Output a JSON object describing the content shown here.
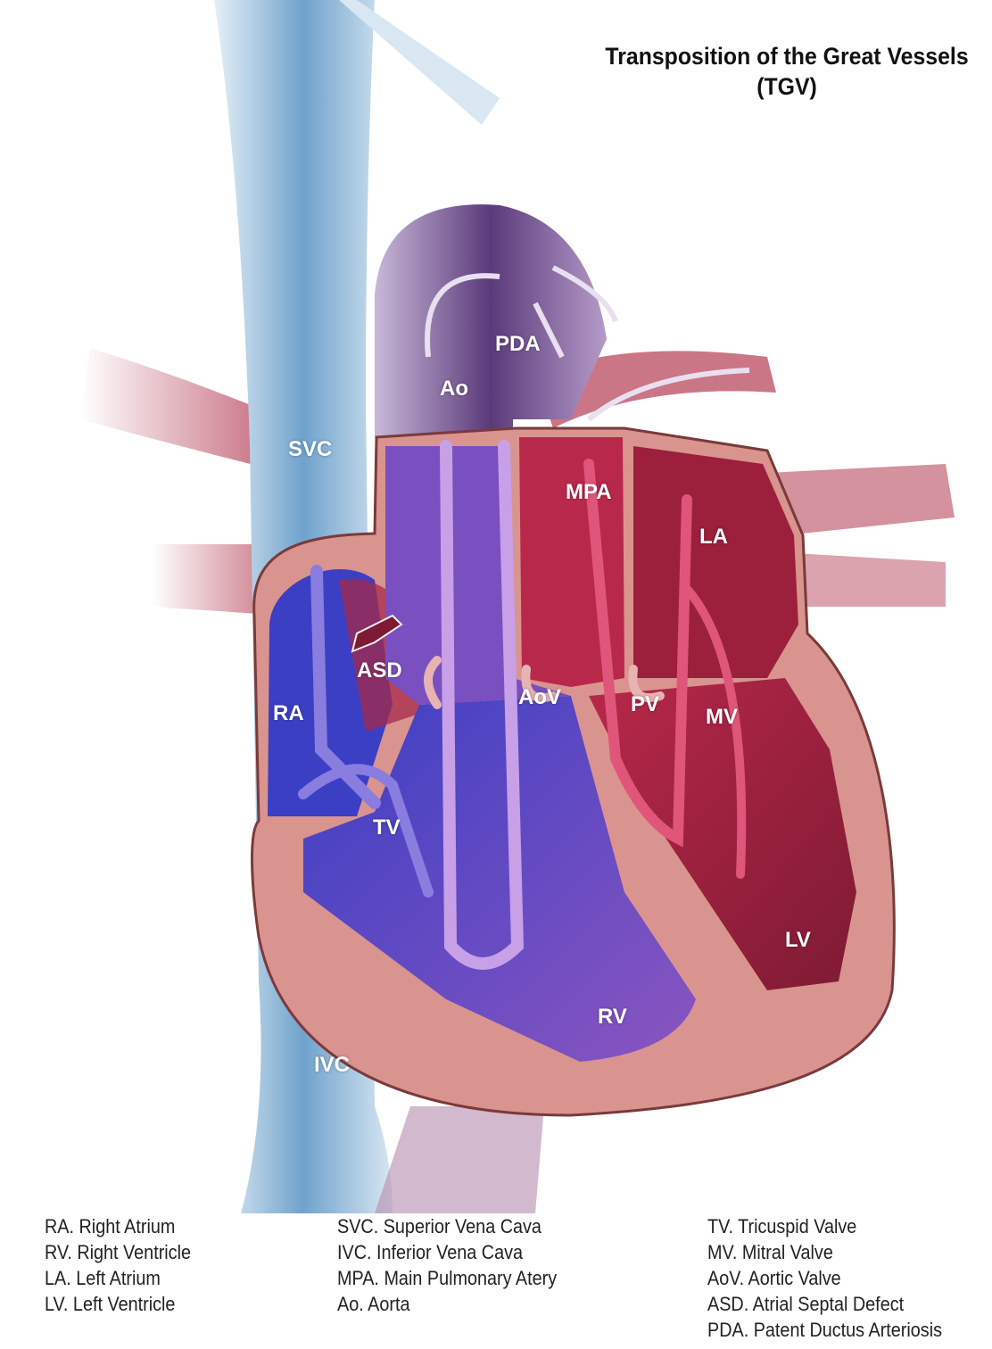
{
  "title": {
    "line1": "Transposition of the Great Vessels",
    "line2": "(TGV)"
  },
  "labels": {
    "PDA": "PDA",
    "Ao": "Ao",
    "SVC": "SVC",
    "MPA": "MPA",
    "LA": "LA",
    "ASD": "ASD",
    "RA": "RA",
    "AoV": "AoV",
    "PV": "PV",
    "MV": "MV",
    "TV": "TV",
    "LV": "LV",
    "RV": "RV",
    "IVC": "IVC"
  },
  "legend": {
    "col1": [
      "RA. Right Atrium",
      "RV. Right Ventricle",
      "LA. Left Atrium",
      "LV. Left Ventricle"
    ],
    "col2": [
      "SVC. Superior Vena Cava",
      "IVC. Inferior Vena Cava",
      "MPA. Main Pulmonary Atery",
      "Ao. Aorta"
    ],
    "col3": [
      "TV. Tricuspid Valve",
      "MV. Mitral Valve",
      "AoV. Aortic Valve",
      "ASD. Atrial Septal Defect",
      "PDA. Patent Ductus Arteriosis"
    ]
  },
  "colors": {
    "deoxygenated": "#3b3fc4",
    "mixed": "#7a4fbf",
    "oxygenated": "#9c1f3c",
    "myocardium": "#d9948f",
    "vena_cava": "#9fc3dd"
  }
}
